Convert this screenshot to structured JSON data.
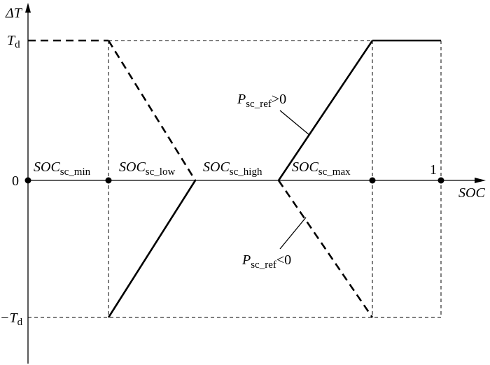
{
  "axes": {
    "y_symbol": "ΔT",
    "x_label": "SOC",
    "y_ticks": {
      "top_main": "T",
      "top_sub": "d",
      "zero": "0",
      "bottom_main": "−T",
      "bottom_sub": "d"
    }
  },
  "points": {
    "p1": {
      "main": "SOC",
      "sub": "sc_min"
    },
    "p2": {
      "main": "SOC",
      "sub": "sc_low"
    },
    "p3": {
      "main": "SOC",
      "sub": "sc_high"
    },
    "p4": {
      "main": "SOC",
      "sub": "sc_max"
    },
    "one": "1"
  },
  "annotations": {
    "positive": {
      "main": "P",
      "sub": "sc_ref",
      "relation": ">0"
    },
    "negative": {
      "main": "P",
      "sub": "sc_ref",
      "relation": "<0"
    }
  },
  "legend_semantics": {
    "solid_line": "P_sc_ref>0",
    "dashed_line": "P_sc_ref<0"
  }
}
